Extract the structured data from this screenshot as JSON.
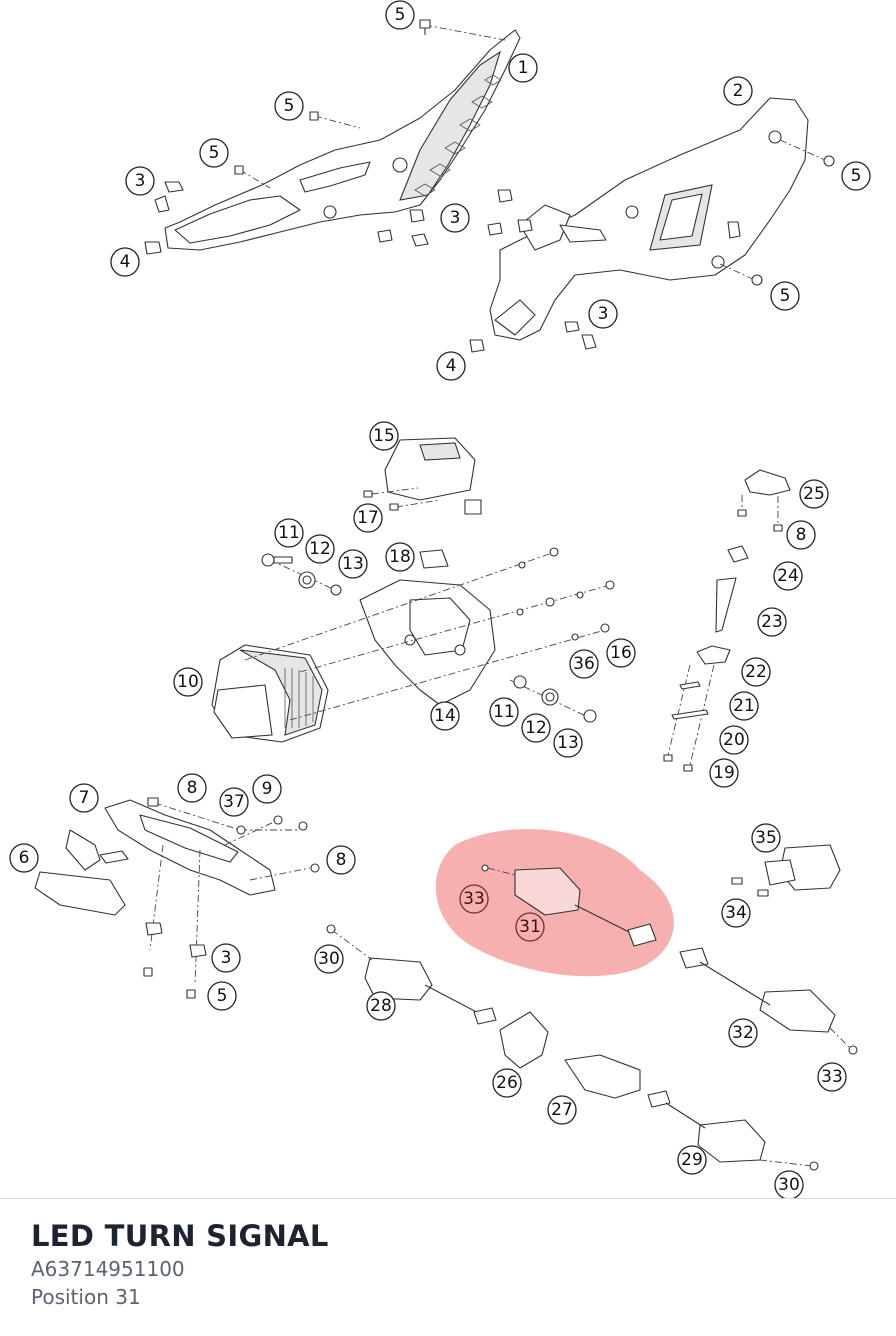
{
  "part": {
    "title": "LED TURN SIGNAL",
    "number": "A63714951100",
    "position": "Position 31"
  },
  "highlight": {
    "color": "#f28a8a",
    "callouts": [
      "33",
      "31"
    ]
  },
  "callouts": [
    "5",
    "1",
    "5",
    "5",
    "3",
    "4",
    "3",
    "2",
    "5",
    "5",
    "3",
    "4",
    "15",
    "17",
    "25",
    "8",
    "11",
    "12",
    "13",
    "18",
    "24",
    "23",
    "36",
    "16",
    "22",
    "10",
    "14",
    "11",
    "12",
    "13",
    "21",
    "20",
    "19",
    "7",
    "8",
    "37",
    "9",
    "6",
    "8",
    "35",
    "33",
    "31",
    "34",
    "3",
    "30",
    "5",
    "28",
    "32",
    "33",
    "26",
    "27",
    "29",
    "30"
  ]
}
